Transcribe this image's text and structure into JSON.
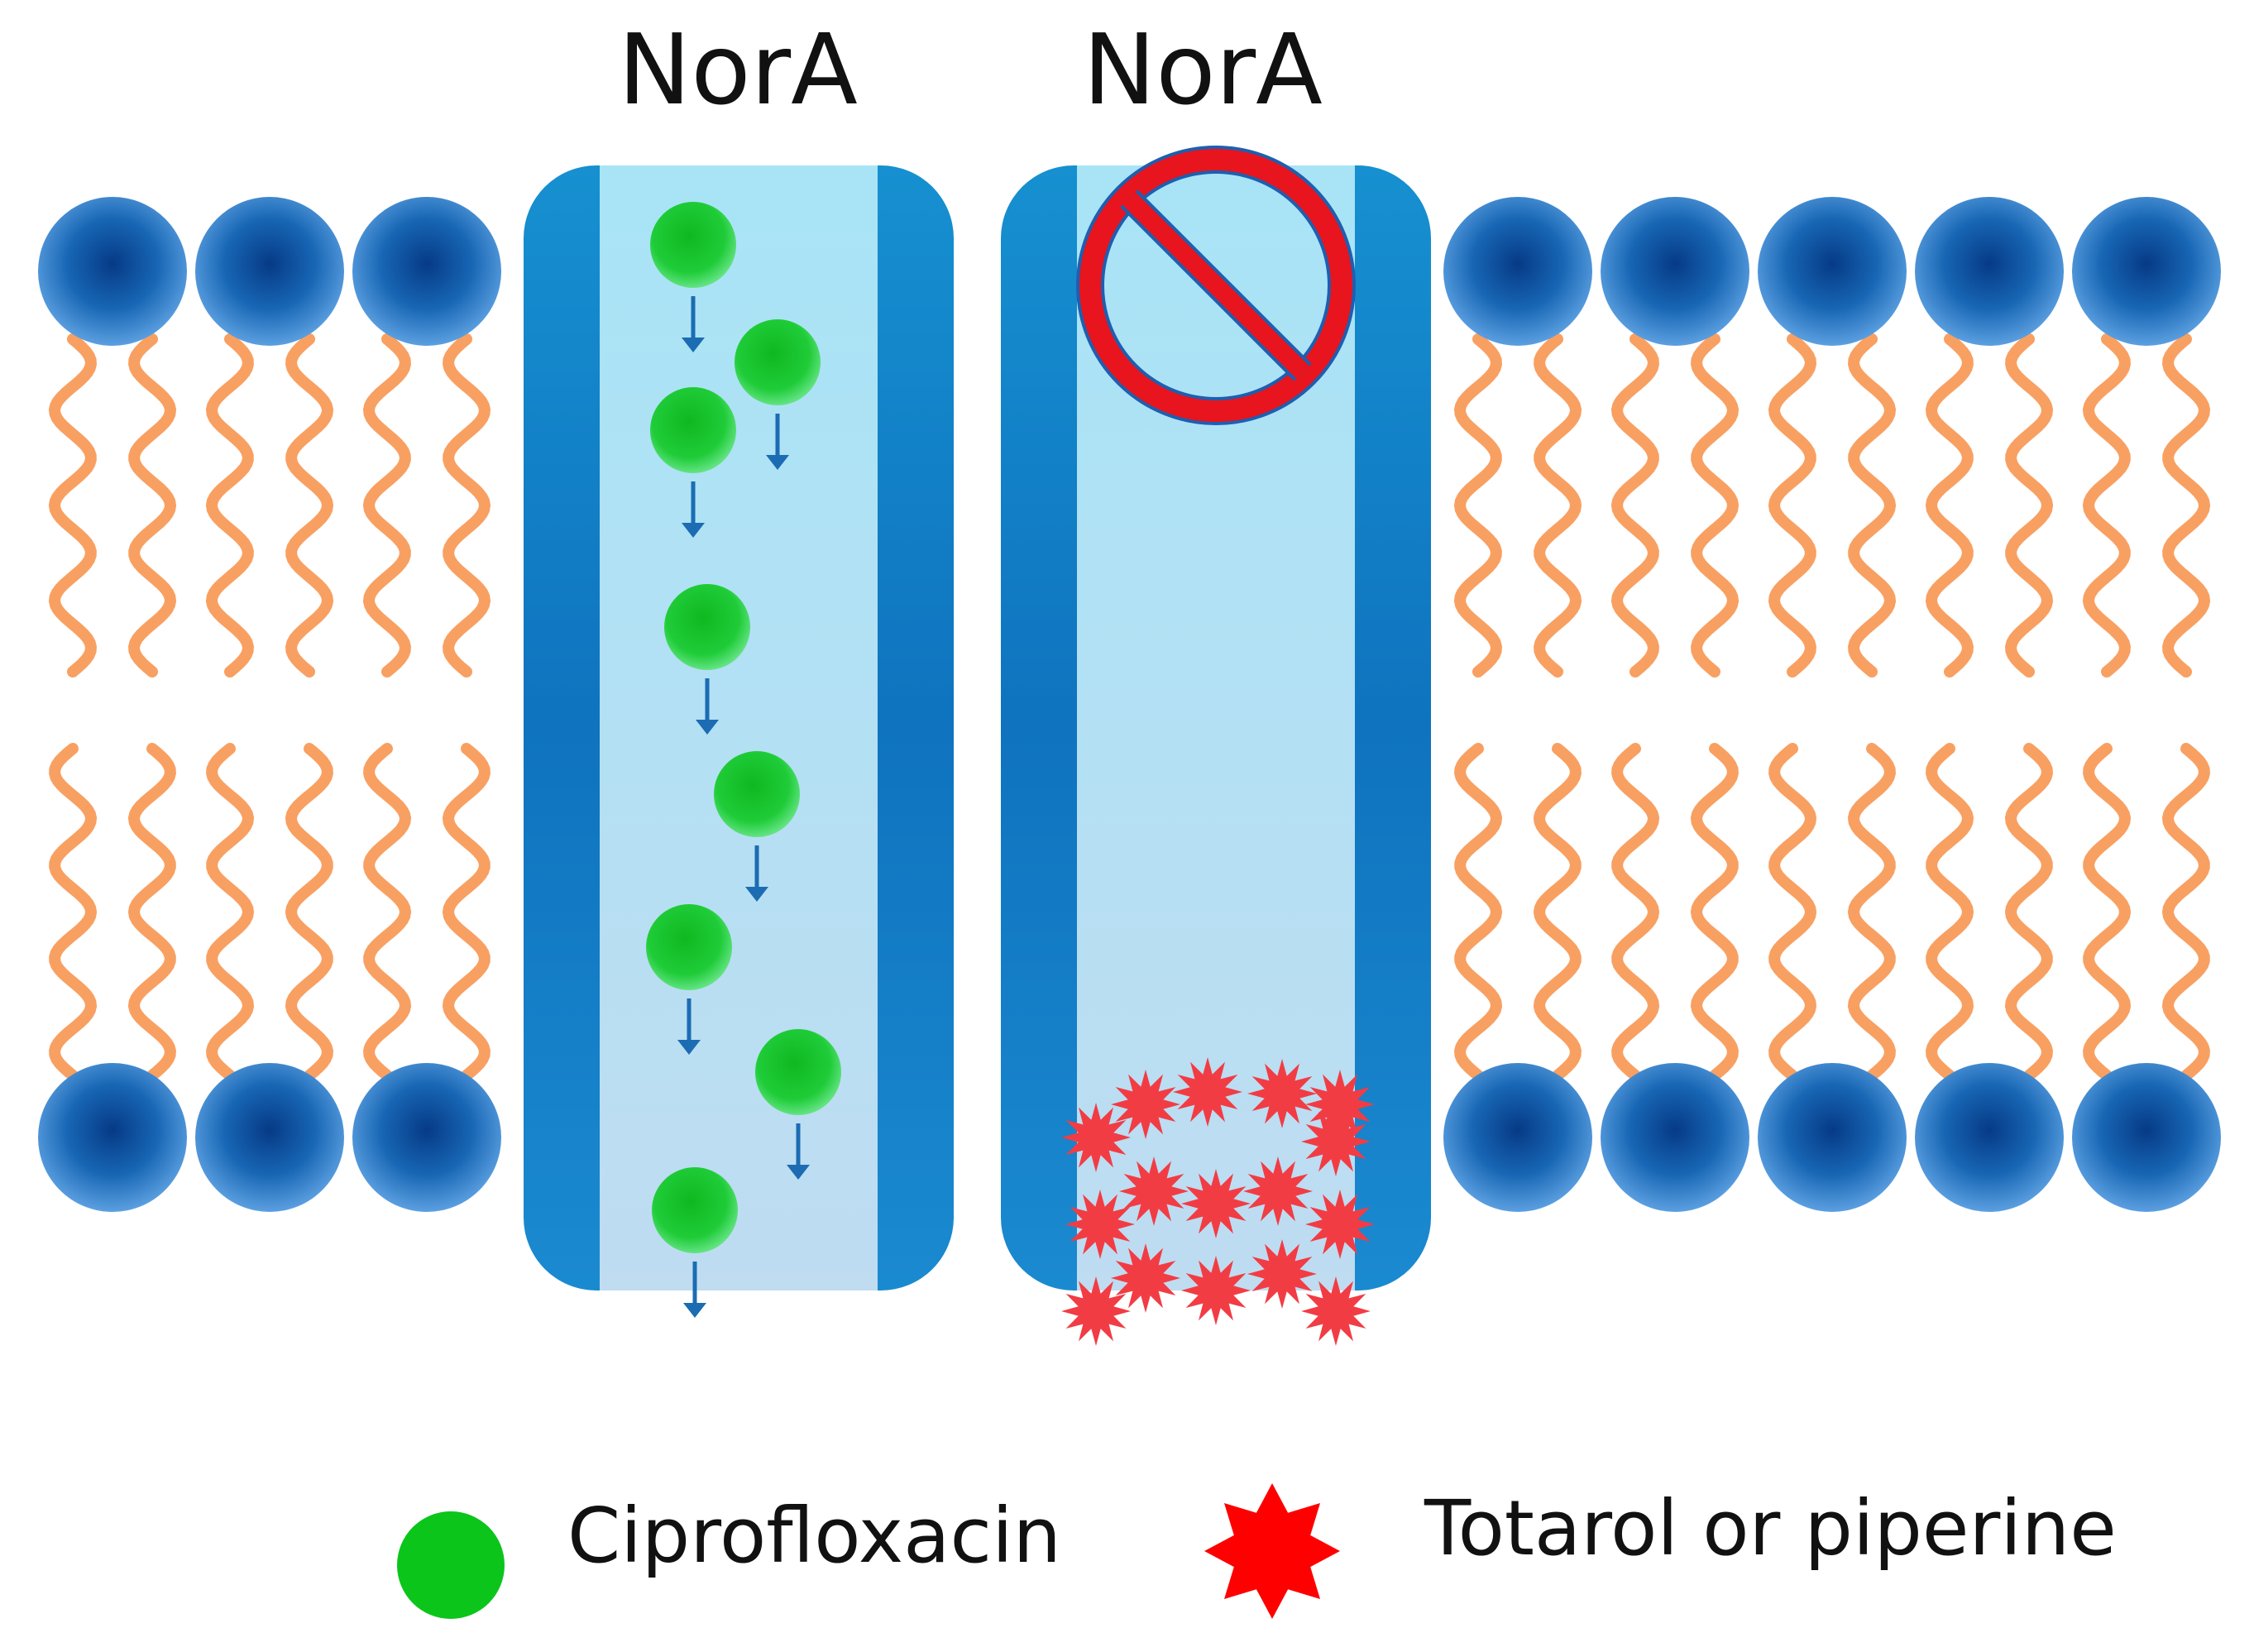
{
  "channels": [
    {
      "label": "NorA",
      "state": "open"
    },
    {
      "label": "NorA",
      "state": "blocked"
    }
  ],
  "legend": [
    {
      "label": "Ciprofloxacin",
      "icon": "green-circle-icon"
    },
    {
      "label": "Totarol or piperine",
      "icon": "red-starburst-icon"
    }
  ],
  "colors": {
    "lipid_head": "#1766b4",
    "lipid_tail": "#f8a062",
    "channel_wall": "#1d82c6",
    "channel_lumen": "#b3e2f3",
    "drug": "#19c82c",
    "inhibitor": "#f23c44",
    "prohibition": "#e8141e",
    "arrow": "#1b6cb3"
  }
}
